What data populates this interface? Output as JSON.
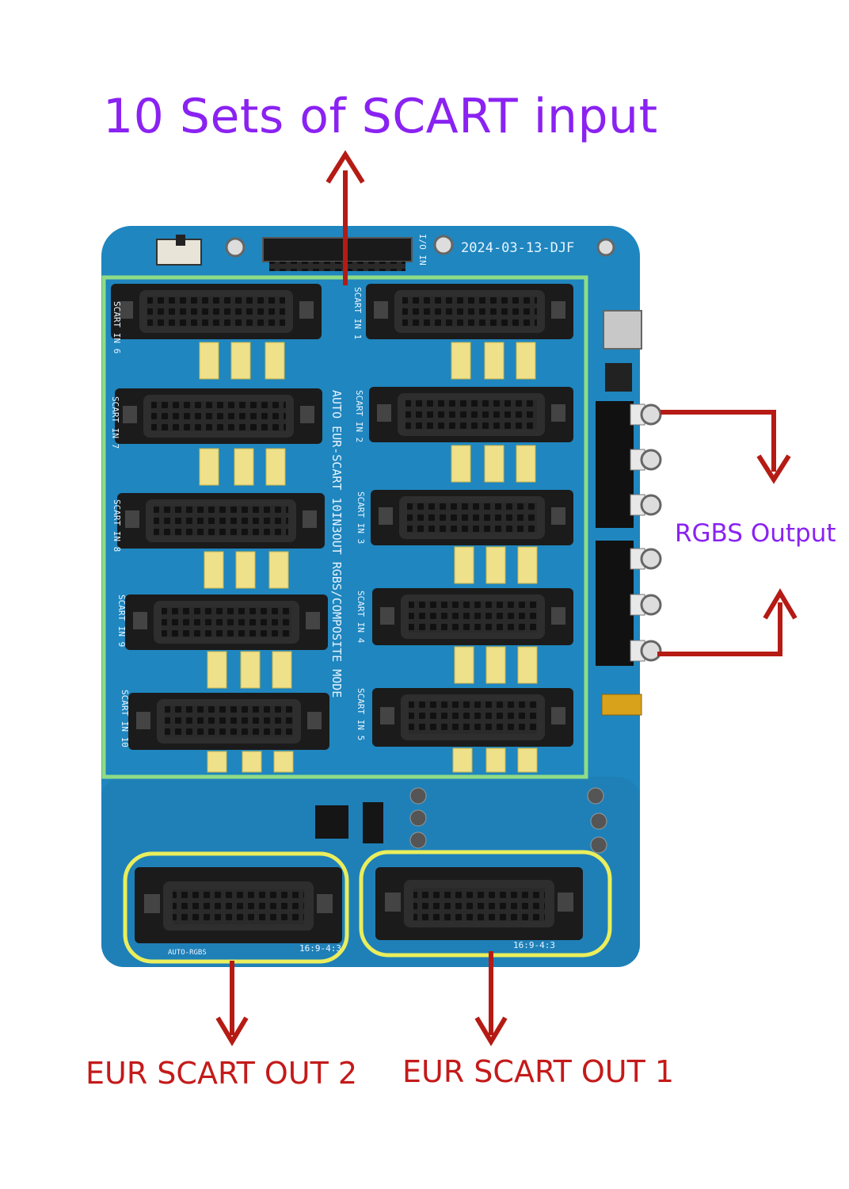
{
  "labels": {
    "title": "10 Sets of SCART input",
    "rgbs_output": "RGBS Output",
    "out2": "EUR SCART OUT 2",
    "out1": "EUR SCART OUT 1"
  },
  "board": {
    "date_stamp": "2024-03-13-DJF",
    "io_in": "I/O IN",
    "center_text": "AUTO EUR-SCART 10IN3OUT RGBS/COMPOSITE MODE",
    "input_labels_left": [
      "SCART IN 6",
      "SCART IN 7",
      "SCART IN 8",
      "SCART IN 9",
      "SCART IN 10"
    ],
    "input_labels_right": [
      "SCART IN 1",
      "SCART IN 2",
      "SCART IN 3",
      "SCART IN 4",
      "SCART IN 5"
    ],
    "out2_silk": "AUTO-RGBS",
    "aspect_silk": "16:9-4:3",
    "pcb_color": "#1f86bf",
    "arrow_color": "#b51b14",
    "input_box_color": "#8fdc86",
    "output_box_color": "#eaee5c"
  }
}
